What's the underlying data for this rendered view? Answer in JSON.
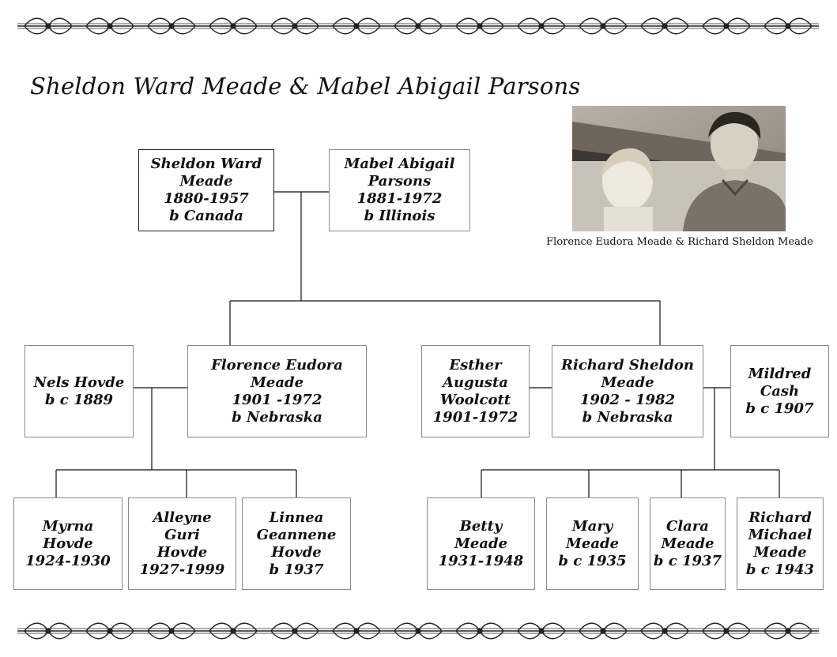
{
  "title": "Sheldon Ward Meade & Mabel Abigail Parsons",
  "photo": {
    "caption": "Florence Eudora Meade & Richard Sheldon Meade",
    "icon": "sepia-photo-two-people"
  },
  "people": {
    "sheldon": [
      "Sheldon Ward",
      "Meade",
      "1880-1957",
      "b  Canada"
    ],
    "mabel": [
      "Mabel Abigail",
      "Parsons",
      "1881-1972",
      "b Illinois"
    ],
    "nels": [
      "Nels Hovde",
      "b c 1889"
    ],
    "florence": [
      "Florence Eudora",
      "Meade",
      "1901 -1972",
      "b  Nebraska"
    ],
    "esther": [
      "Esther",
      "Augusta",
      "Woolcott",
      "1901-1972"
    ],
    "richard": [
      "Richard Sheldon",
      "Meade",
      "1902 - 1982",
      "b  Nebraska"
    ],
    "mildred": [
      "Mildred",
      "Cash",
      "b c 1907"
    ],
    "myrna": [
      "Myrna",
      "Hovde",
      "1924-1930"
    ],
    "alleyne": [
      "Alleyne",
      "Guri",
      "Hovde",
      "1927-1999"
    ],
    "linnea": [
      "Linnea",
      "Geannene",
      "Hovde",
      "b 1937"
    ],
    "betty": [
      "Betty",
      "Meade",
      "1931-1948"
    ],
    "mary": [
      "Mary",
      "Meade",
      "b c 1935"
    ],
    "clara": [
      "Clara",
      "Meade",
      "b c 1937"
    ],
    "richard_michael": [
      "Richard",
      "Michael",
      "Meade",
      "b c 1943"
    ]
  }
}
